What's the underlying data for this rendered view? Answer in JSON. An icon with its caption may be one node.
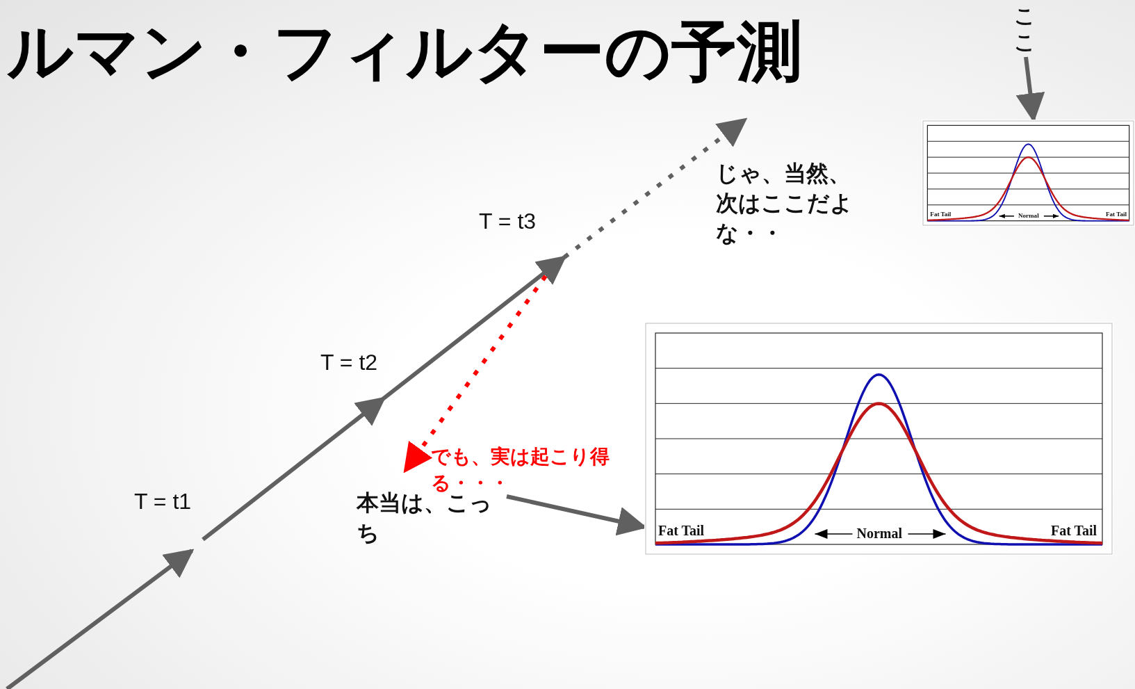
{
  "diagram": {
    "title": "ルマン・フィルターの予測",
    "nodes": [
      {
        "text": [
          "T = t1"
        ]
      },
      {
        "text": [
          "T = t2"
        ]
      },
      {
        "text": [
          "T = t3"
        ]
      },
      {
        "text": [
          "じゃ、当然、次はここだよな・・"
        ]
      },
      {
        "text": [
          "でも、実は起こり得る・・・"
        ]
      },
      {
        "text": [
          "本当は、こっち"
        ]
      },
      {
        "text": [
          "ここ"
        ]
      },
      {
        "text": [
          "Fat Tail",
          "Normal",
          "Fat Tail"
        ]
      },
      {
        "text": [
          "Fat Tail",
          "Normal",
          "Fat Tail"
        ]
      }
    ],
    "edges": [
      {
        "from": null,
        "to": 0,
        "arrow": "to"
      },
      {
        "from": 0,
        "to": 1,
        "arrow": "to"
      },
      {
        "from": 1,
        "to": 2,
        "arrow": "to"
      },
      {
        "from": 2,
        "to": 3,
        "arrow": "to",
        "style": "dashed"
      },
      {
        "from": 2,
        "to": 4,
        "arrow": "to",
        "style": "dashed",
        "color": "#ff0000"
      },
      {
        "from": 5,
        "to": 8,
        "arrow": "to"
      },
      {
        "from": 6,
        "to": 7,
        "arrow": "to"
      }
    ]
  }
}
